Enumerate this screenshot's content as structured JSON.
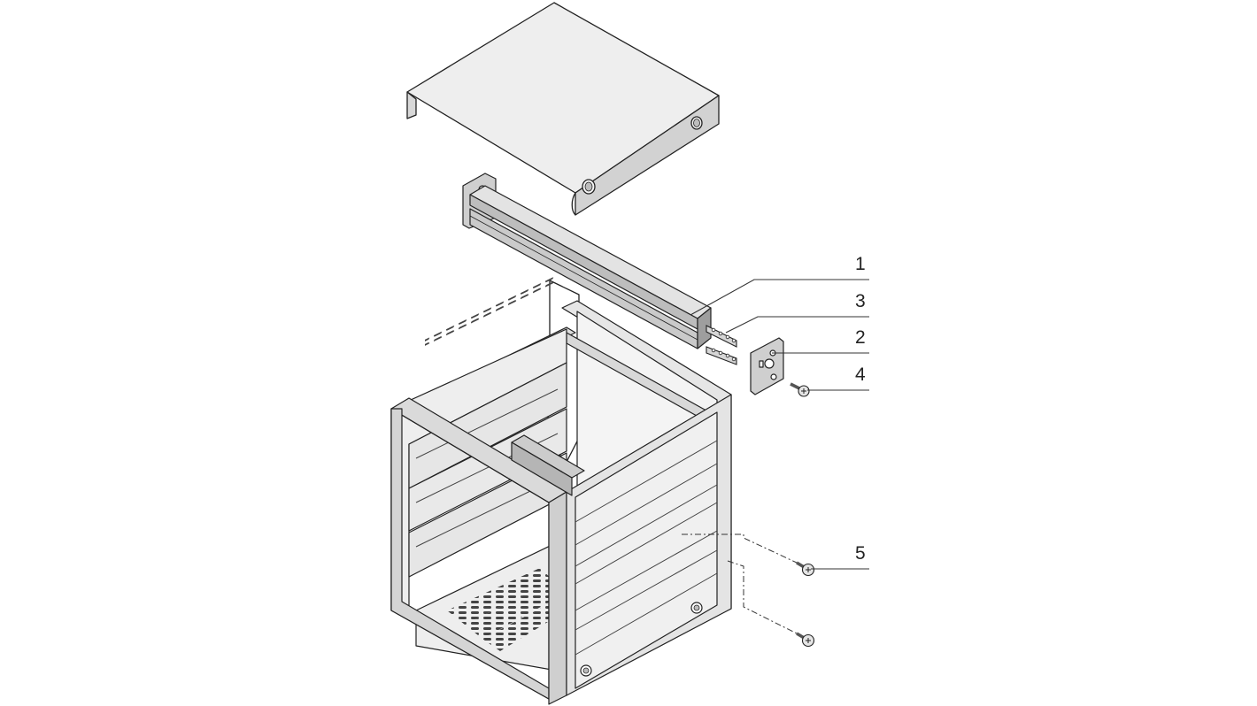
{
  "callouts": [
    {
      "id": "1",
      "label": "1"
    },
    {
      "id": "3",
      "label": "3"
    },
    {
      "id": "2",
      "label": "2"
    },
    {
      "id": "4",
      "label": "4"
    },
    {
      "id": "5",
      "label": "5"
    }
  ]
}
